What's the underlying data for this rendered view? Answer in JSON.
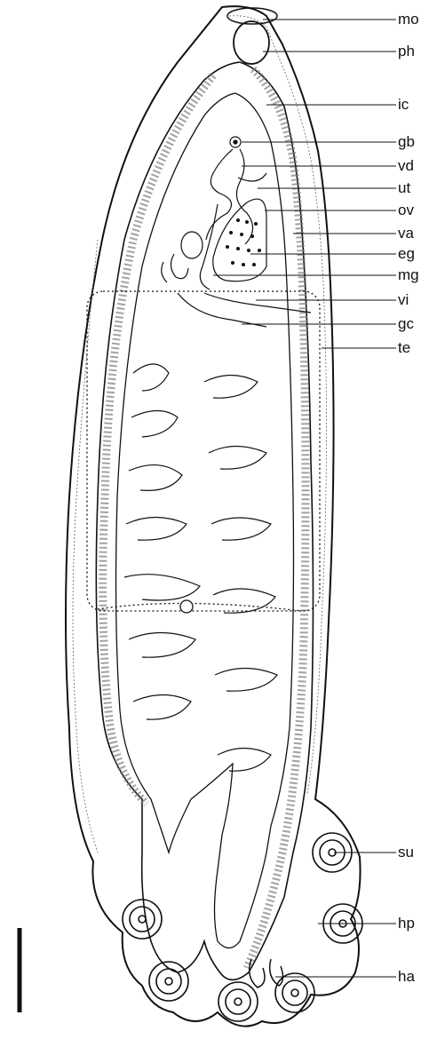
{
  "labels": {
    "mo": "mo",
    "ph": "ph",
    "ic": "ic",
    "gb": "gb",
    "vd": "vd",
    "ut": "ut",
    "ov": "ov",
    "va": "va",
    "eg": "eg",
    "mg": "mg",
    "vi": "vi",
    "gc": "gc",
    "te": "te",
    "su": "su",
    "hp": "hp",
    "ha": "ha"
  },
  "colors": {
    "ink": "#111111",
    "vitelline_dots": "#7a7a7a",
    "background": "#ffffff"
  }
}
